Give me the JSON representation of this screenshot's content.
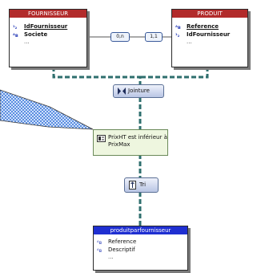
{
  "fournisseur": {
    "title": "FOURNISSEUR",
    "fields": [
      "IdFournisseur",
      "Societe"
    ],
    "more": "..."
  },
  "produit": {
    "title": "PRODUIT",
    "fields": [
      "Reference",
      "IdFournisseur"
    ],
    "more": "..."
  },
  "relation": {
    "left_card": "0,n",
    "right_card": "1,1"
  },
  "jointure": {
    "label": "Jointure",
    "icon": "join-icon"
  },
  "condition": {
    "line1": "PrixHT est inférieur à",
    "line2": "PrixMax",
    "icon": "filter-icon"
  },
  "tri": {
    "label": "Tri",
    "icon": "sort-icon"
  },
  "result": {
    "title": "produitparfournisseur",
    "fields": [
      "Reference",
      "Descriptif"
    ],
    "more": "..."
  },
  "colors": {
    "table_header": "#b22b2b",
    "result_header": "#1f2fd1",
    "link_teal": "#2f8c8a",
    "callout_blue": "#7aa7e6"
  }
}
